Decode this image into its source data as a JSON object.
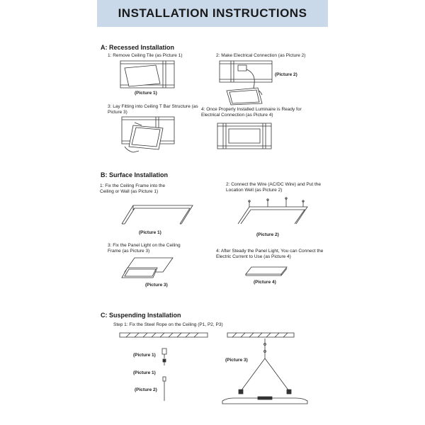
{
  "title": "INSTALLATION INSTRUCTIONS",
  "sections": {
    "a": {
      "heading": "A: Recessed Installation",
      "steps": [
        "1: Remove Ceiling Tile (as Picture 1)",
        "2: Make Electrical Connection (as Picture 2)",
        "3: Lay Fitting into Ceiling T Bar Structure (as Picture 3)",
        "4: Once Properly Installed Luminaire is Ready for Electrical Connection (as Picture 4)"
      ],
      "pictures": [
        "(Picture 1)",
        "(Picture 2)"
      ]
    },
    "b": {
      "heading": "B: Surface Installation",
      "steps": [
        "1: Fix the Ceiling Frame into the Ceiling or Wall (as Picture 1)",
        "2: Connect the Wire (AC/DC Wire) and Put the Location Well (as Picture 2)",
        "3: Fix the Panel Light on the Ceiling Frame (as Picture 3)",
        "4: After Steady the Panel Light, You can Connect the Electric Current to Use (as Picture 4)"
      ],
      "pictures": [
        "(Picture 1)",
        "(Picture 2)",
        "(Picture 3)",
        "(Picture 4)"
      ]
    },
    "c": {
      "heading": "C: Suspending Installation",
      "step1": "Step 1: Fix the Steel Rope on the Ceiling (P1, P2, P3)",
      "pictures": [
        "(Picture 1)",
        "(Picture 2)",
        "(Picture 3)"
      ]
    }
  },
  "colors": {
    "banner": "#c9d9ea",
    "line": "#333333"
  }
}
